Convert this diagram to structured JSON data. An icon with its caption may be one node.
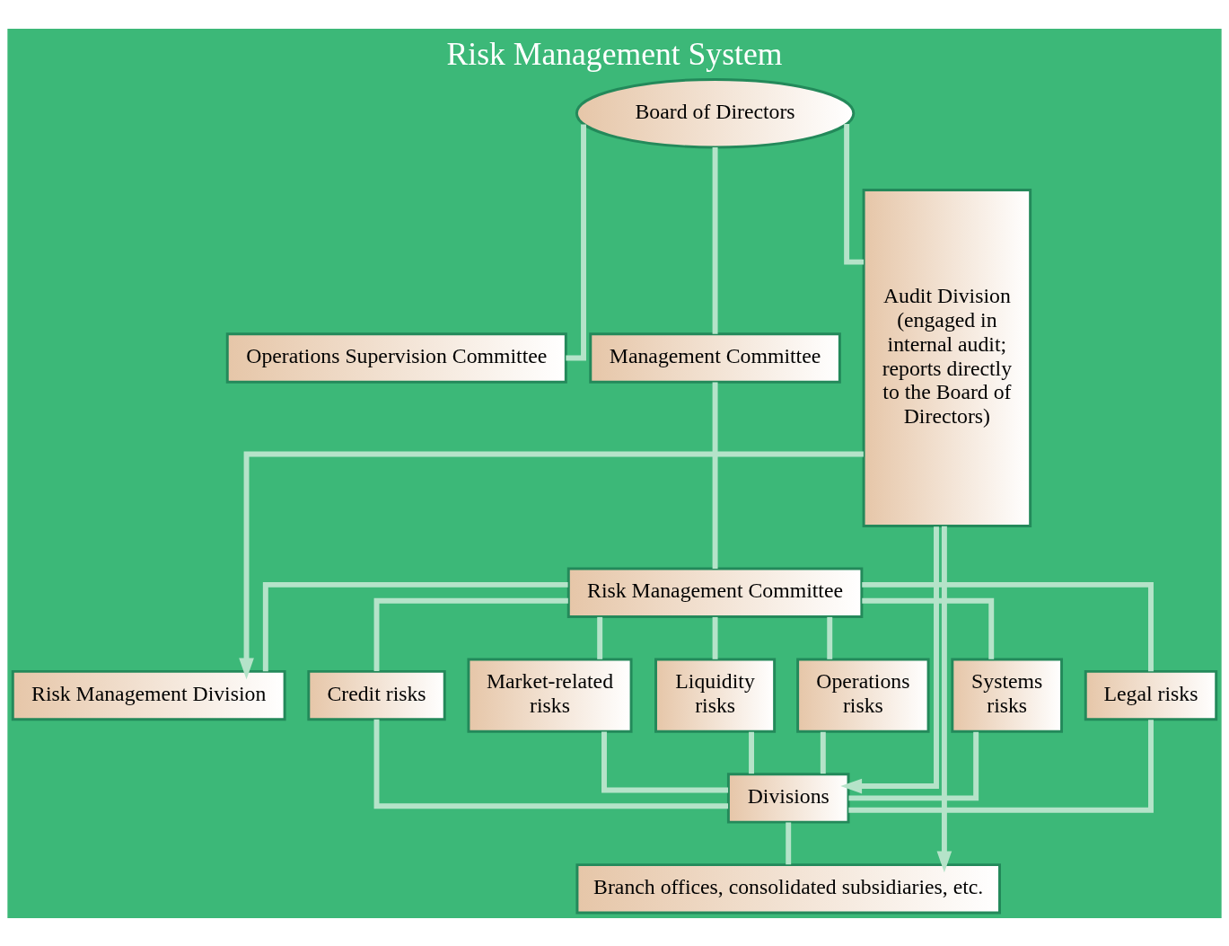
{
  "diagram": {
    "title": "Risk Management System",
    "nodes": [
      {
        "text": [
          "Board of Directors"
        ]
      },
      {
        "text": [
          "Operations Supervision Committee"
        ]
      },
      {
        "text": [
          "Management Committee"
        ]
      },
      {
        "text": [
          "Risk Management Committee"
        ]
      },
      {
        "text": [
          "Risk Management Division"
        ]
      },
      {
        "text": [
          "Credit risks"
        ]
      },
      {
        "text": [
          "Market-related risks"
        ]
      },
      {
        "text": [
          "Liquidity risks"
        ]
      },
      {
        "text": [
          "Operations risks"
        ]
      },
      {
        "text": [
          "Systems risks"
        ]
      },
      {
        "text": [
          "Legal risks"
        ]
      },
      {
        "text": [
          "Divisions"
        ]
      },
      {
        "text": [
          "Branch offices, consolidated subsidiaries, etc."
        ]
      },
      {
        "text": [
          "Audit Division (engaged in internal audit; reports directly to the Board of Directors)"
        ]
      }
    ],
    "edges": [
      {
        "from": 0,
        "to": 1,
        "arrow": "none"
      },
      {
        "from": 0,
        "to": 13,
        "arrow": "none"
      },
      {
        "from": 0,
        "to": 2,
        "arrow": "none"
      },
      {
        "from": 2,
        "to": 3,
        "arrow": "none"
      },
      {
        "from": 3,
        "to": 4,
        "arrow": "none"
      },
      {
        "from": 3,
        "to": 5,
        "arrow": "none"
      },
      {
        "from": 3,
        "to": 6,
        "arrow": "none"
      },
      {
        "from": 3,
        "to": 7,
        "arrow": "none"
      },
      {
        "from": 3,
        "to": 8,
        "arrow": "none"
      },
      {
        "from": 3,
        "to": 9,
        "arrow": "none"
      },
      {
        "from": 3,
        "to": 10,
        "arrow": "none"
      },
      {
        "from": 5,
        "to": 11,
        "arrow": "none"
      },
      {
        "from": 6,
        "to": 11,
        "arrow": "none"
      },
      {
        "from": 7,
        "to": 11,
        "arrow": "none"
      },
      {
        "from": 8,
        "to": 11,
        "arrow": "none"
      },
      {
        "from": 9,
        "to": 11,
        "arrow": "none"
      },
      {
        "from": 10,
        "to": 11,
        "arrow": "none"
      },
      {
        "from": 11,
        "to": 12,
        "arrow": "none"
      },
      {
        "from": 13,
        "to": 4,
        "arrow": "to"
      },
      {
        "from": 13,
        "to": 11,
        "arrow": "to"
      },
      {
        "from": 13,
        "to": 12,
        "arrow": "to"
      }
    ]
  }
}
